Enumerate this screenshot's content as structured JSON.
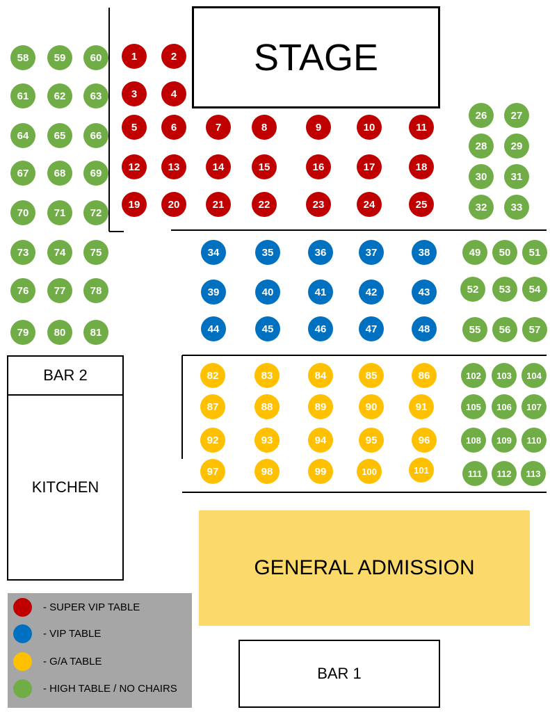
{
  "rooms": {
    "stage": "STAGE",
    "bar2": "BAR 2",
    "kitchen": "KITCHEN",
    "bar1": "BAR 1",
    "general_admission": "GENERAL ADMISSION"
  },
  "legend": [
    {
      "label": "- SUPER VIP TABLE",
      "color": "#c00000"
    },
    {
      "label": "- VIP TABLE",
      "color": "#0070c0"
    },
    {
      "label": "- G/A TABLE",
      "color": "#ffc000"
    },
    {
      "label": "- HIGH TABLE / NO CHAIRS",
      "color": "#70ad47"
    }
  ],
  "tiers": {
    "super_vip": "#c00000",
    "vip": "#0070c0",
    "ga": "#ffc000",
    "high": "#70ad47"
  },
  "tables": [
    {
      "n": "1",
      "tier": "super_vip"
    },
    {
      "n": "2",
      "tier": "super_vip"
    },
    {
      "n": "3",
      "tier": "super_vip"
    },
    {
      "n": "4",
      "tier": "super_vip"
    },
    {
      "n": "5",
      "tier": "super_vip"
    },
    {
      "n": "6",
      "tier": "super_vip"
    },
    {
      "n": "7",
      "tier": "super_vip"
    },
    {
      "n": "8",
      "tier": "super_vip"
    },
    {
      "n": "9",
      "tier": "super_vip"
    },
    {
      "n": "10",
      "tier": "super_vip"
    },
    {
      "n": "11",
      "tier": "super_vip"
    },
    {
      "n": "12",
      "tier": "super_vip"
    },
    {
      "n": "13",
      "tier": "super_vip"
    },
    {
      "n": "14",
      "tier": "super_vip"
    },
    {
      "n": "15",
      "tier": "super_vip"
    },
    {
      "n": "16",
      "tier": "super_vip"
    },
    {
      "n": "17",
      "tier": "super_vip"
    },
    {
      "n": "18",
      "tier": "super_vip"
    },
    {
      "n": "19",
      "tier": "super_vip"
    },
    {
      "n": "20",
      "tier": "super_vip"
    },
    {
      "n": "21",
      "tier": "super_vip"
    },
    {
      "n": "22",
      "tier": "super_vip"
    },
    {
      "n": "23",
      "tier": "super_vip"
    },
    {
      "n": "24",
      "tier": "super_vip"
    },
    {
      "n": "25",
      "tier": "super_vip"
    },
    {
      "n": "26",
      "tier": "high"
    },
    {
      "n": "27",
      "tier": "high"
    },
    {
      "n": "28",
      "tier": "high"
    },
    {
      "n": "29",
      "tier": "high"
    },
    {
      "n": "30",
      "tier": "high"
    },
    {
      "n": "31",
      "tier": "high"
    },
    {
      "n": "32",
      "tier": "high"
    },
    {
      "n": "33",
      "tier": "high"
    },
    {
      "n": "34",
      "tier": "vip"
    },
    {
      "n": "35",
      "tier": "vip"
    },
    {
      "n": "36",
      "tier": "vip"
    },
    {
      "n": "37",
      "tier": "vip"
    },
    {
      "n": "38",
      "tier": "vip"
    },
    {
      "n": "39",
      "tier": "vip"
    },
    {
      "n": "40",
      "tier": "vip"
    },
    {
      "n": "41",
      "tier": "vip"
    },
    {
      "n": "42",
      "tier": "vip"
    },
    {
      "n": "43",
      "tier": "vip"
    },
    {
      "n": "44",
      "tier": "vip"
    },
    {
      "n": "45",
      "tier": "vip"
    },
    {
      "n": "46",
      "tier": "vip"
    },
    {
      "n": "47",
      "tier": "vip"
    },
    {
      "n": "48",
      "tier": "vip"
    },
    {
      "n": "49",
      "tier": "high"
    },
    {
      "n": "50",
      "tier": "high"
    },
    {
      "n": "51",
      "tier": "high"
    },
    {
      "n": "52",
      "tier": "high"
    },
    {
      "n": "53",
      "tier": "high"
    },
    {
      "n": "54",
      "tier": "high"
    },
    {
      "n": "55",
      "tier": "high"
    },
    {
      "n": "56",
      "tier": "high"
    },
    {
      "n": "57",
      "tier": "high"
    },
    {
      "n": "58",
      "tier": "high"
    },
    {
      "n": "59",
      "tier": "high"
    },
    {
      "n": "60",
      "tier": "high"
    },
    {
      "n": "61",
      "tier": "high"
    },
    {
      "n": "62",
      "tier": "high"
    },
    {
      "n": "63",
      "tier": "high"
    },
    {
      "n": "64",
      "tier": "high"
    },
    {
      "n": "65",
      "tier": "high"
    },
    {
      "n": "66",
      "tier": "high"
    },
    {
      "n": "67",
      "tier": "high"
    },
    {
      "n": "68",
      "tier": "high"
    },
    {
      "n": "69",
      "tier": "high"
    },
    {
      "n": "70",
      "tier": "high"
    },
    {
      "n": "71",
      "tier": "high"
    },
    {
      "n": "72",
      "tier": "high"
    },
    {
      "n": "73",
      "tier": "high"
    },
    {
      "n": "74",
      "tier": "high"
    },
    {
      "n": "75",
      "tier": "high"
    },
    {
      "n": "76",
      "tier": "high"
    },
    {
      "n": "77",
      "tier": "high"
    },
    {
      "n": "78",
      "tier": "high"
    },
    {
      "n": "79",
      "tier": "high"
    },
    {
      "n": "80",
      "tier": "high"
    },
    {
      "n": "81",
      "tier": "high"
    },
    {
      "n": "82",
      "tier": "ga"
    },
    {
      "n": "83",
      "tier": "ga"
    },
    {
      "n": "84",
      "tier": "ga"
    },
    {
      "n": "85",
      "tier": "ga"
    },
    {
      "n": "86",
      "tier": "ga"
    },
    {
      "n": "87",
      "tier": "ga"
    },
    {
      "n": "88",
      "tier": "ga"
    },
    {
      "n": "89",
      "tier": "ga"
    },
    {
      "n": "90",
      "tier": "ga"
    },
    {
      "n": "91",
      "tier": "ga"
    },
    {
      "n": "92",
      "tier": "ga"
    },
    {
      "n": "93",
      "tier": "ga"
    },
    {
      "n": "94",
      "tier": "ga"
    },
    {
      "n": "95",
      "tier": "ga"
    },
    {
      "n": "96",
      "tier": "ga"
    },
    {
      "n": "97",
      "tier": "ga"
    },
    {
      "n": "98",
      "tier": "ga"
    },
    {
      "n": "99",
      "tier": "ga"
    },
    {
      "n": "100",
      "tier": "ga"
    },
    {
      "n": "101",
      "tier": "ga"
    },
    {
      "n": "102",
      "tier": "high"
    },
    {
      "n": "103",
      "tier": "high"
    },
    {
      "n": "104",
      "tier": "high"
    },
    {
      "n": "105",
      "tier": "high"
    },
    {
      "n": "106",
      "tier": "high"
    },
    {
      "n": "107",
      "tier": "high"
    },
    {
      "n": "108",
      "tier": "high"
    },
    {
      "n": "109",
      "tier": "high"
    },
    {
      "n": "110",
      "tier": "high"
    },
    {
      "n": "111",
      "tier": "high"
    },
    {
      "n": "112",
      "tier": "high"
    },
    {
      "n": "113",
      "tier": "high"
    }
  ]
}
